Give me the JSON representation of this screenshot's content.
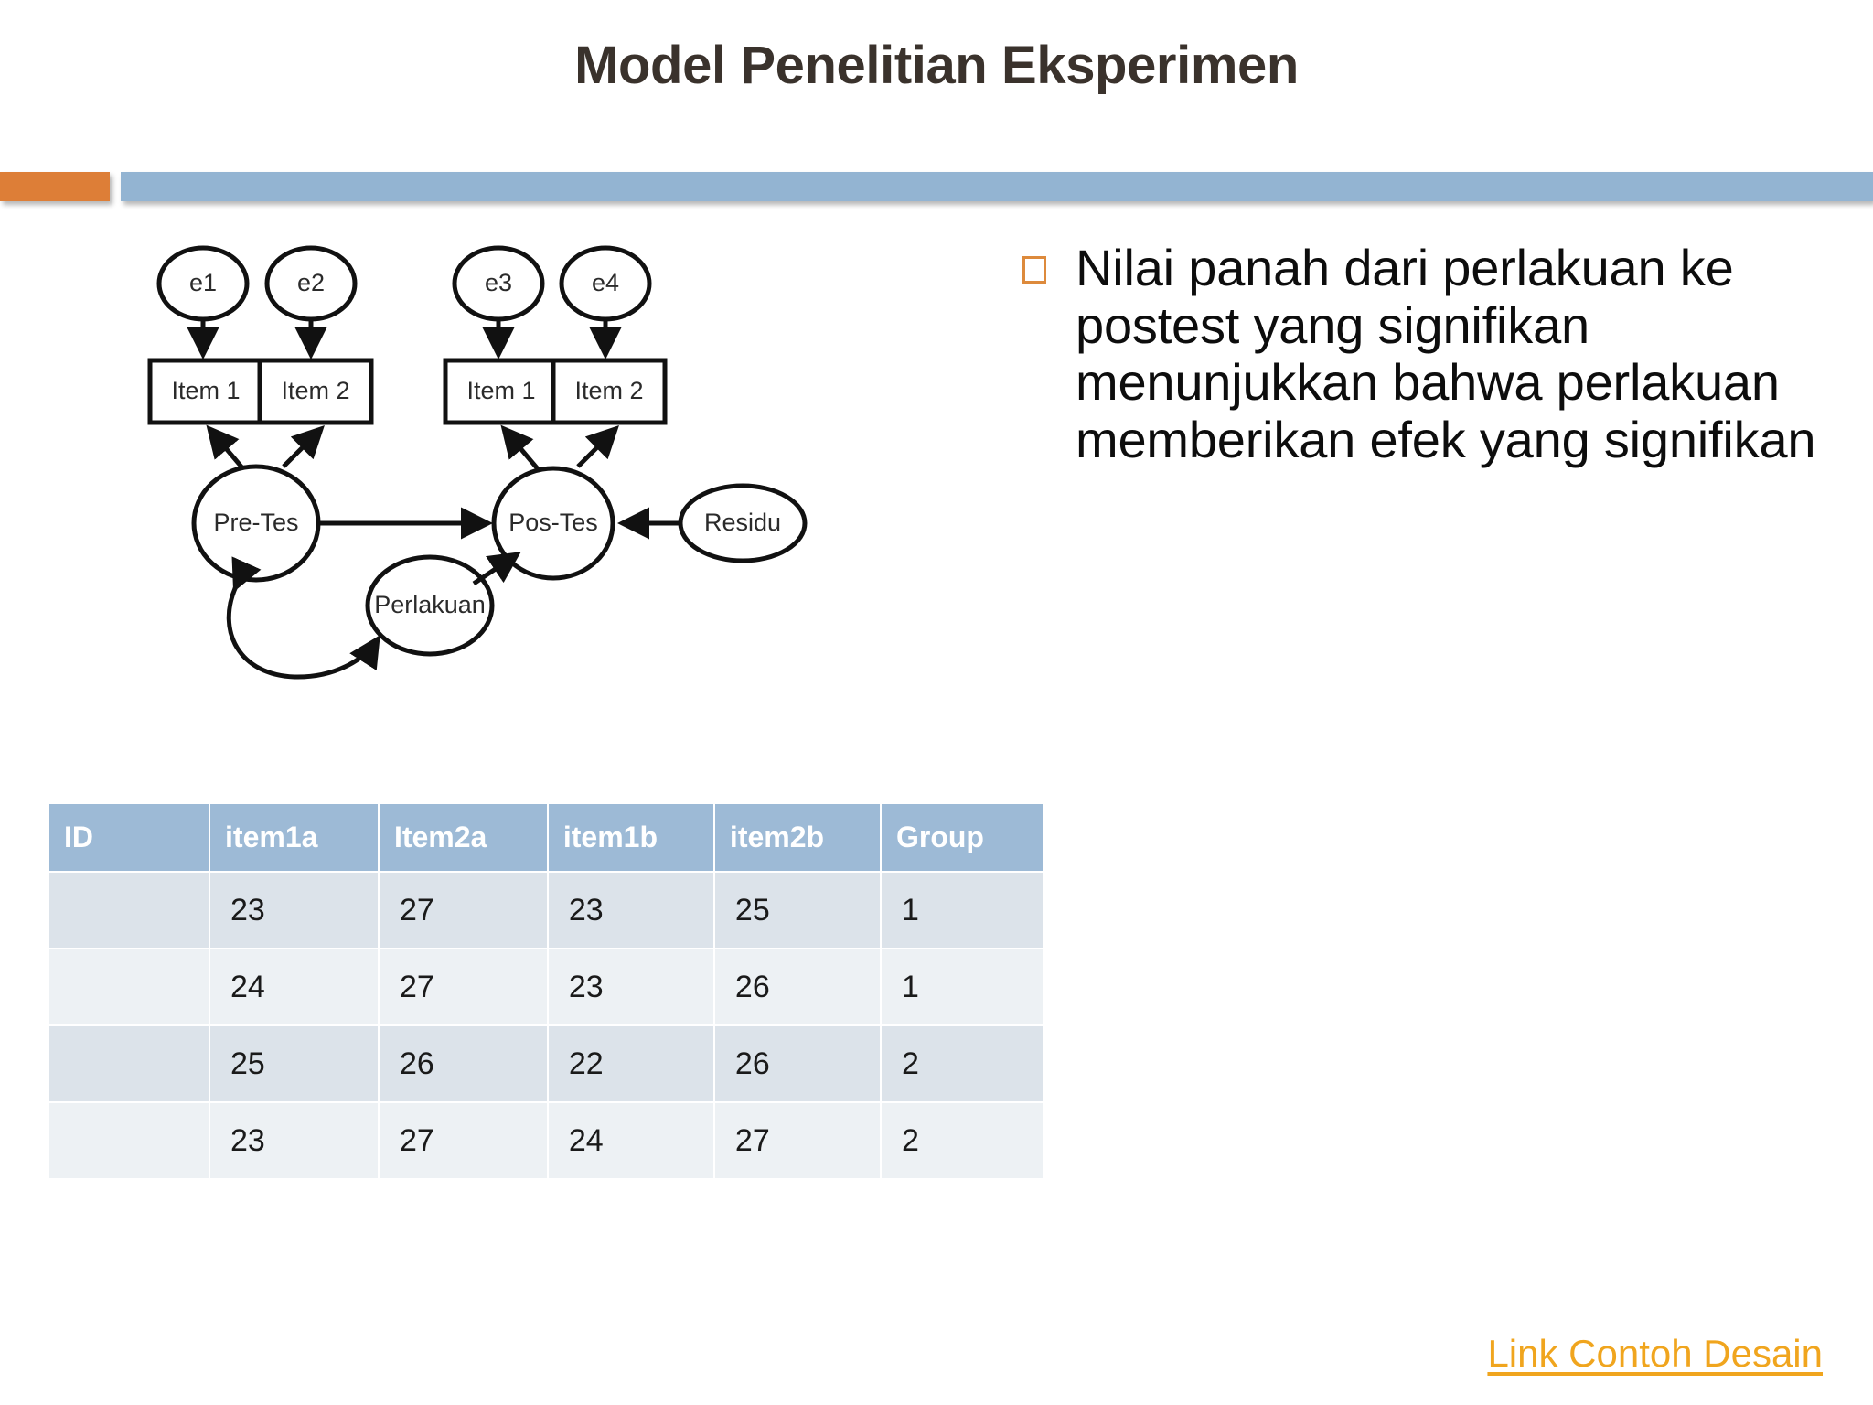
{
  "slide": {
    "title": "Model Penelitian Eksperimen",
    "accent_orange": "#DD7E37",
    "accent_blue": "#93B4D2",
    "link_color": "#F0A51E"
  },
  "diagram": {
    "name": "sem-path-diagram",
    "errors": [
      "e1",
      "e2",
      "e3",
      "e4"
    ],
    "indicators_pretest": [
      "Item 1",
      "Item 2"
    ],
    "indicators_postest": [
      "Item 1",
      "Item 2"
    ],
    "latent_pretest": "Pre-Tes",
    "latent_postest": "Pos-Tes",
    "treatment": "Perlakuan",
    "residual": "Residu"
  },
  "bullet": {
    "marker": "open-square-bullet",
    "text": "Nilai panah dari perlakuan ke postest yang signifikan menunjukkan bahwa perlakuan memberikan efek yang signifikan"
  },
  "table": {
    "headers": [
      "ID",
      "item1a",
      "Item2a",
      "item1b",
      "item2b",
      "Group"
    ],
    "rows": [
      [
        "",
        "23",
        "27",
        "23",
        "25",
        "1"
      ],
      [
        "",
        "24",
        "27",
        "23",
        "26",
        "1"
      ],
      [
        "",
        "25",
        "26",
        "22",
        "26",
        "2"
      ],
      [
        "",
        "23",
        "27",
        "24",
        "27",
        "2"
      ]
    ],
    "header_bg": "#9DBAD6",
    "row_odd_bg": "#DCE3EA",
    "row_even_bg": "#EDF1F4"
  },
  "footer": {
    "link_label": "Link Contoh Desain"
  }
}
